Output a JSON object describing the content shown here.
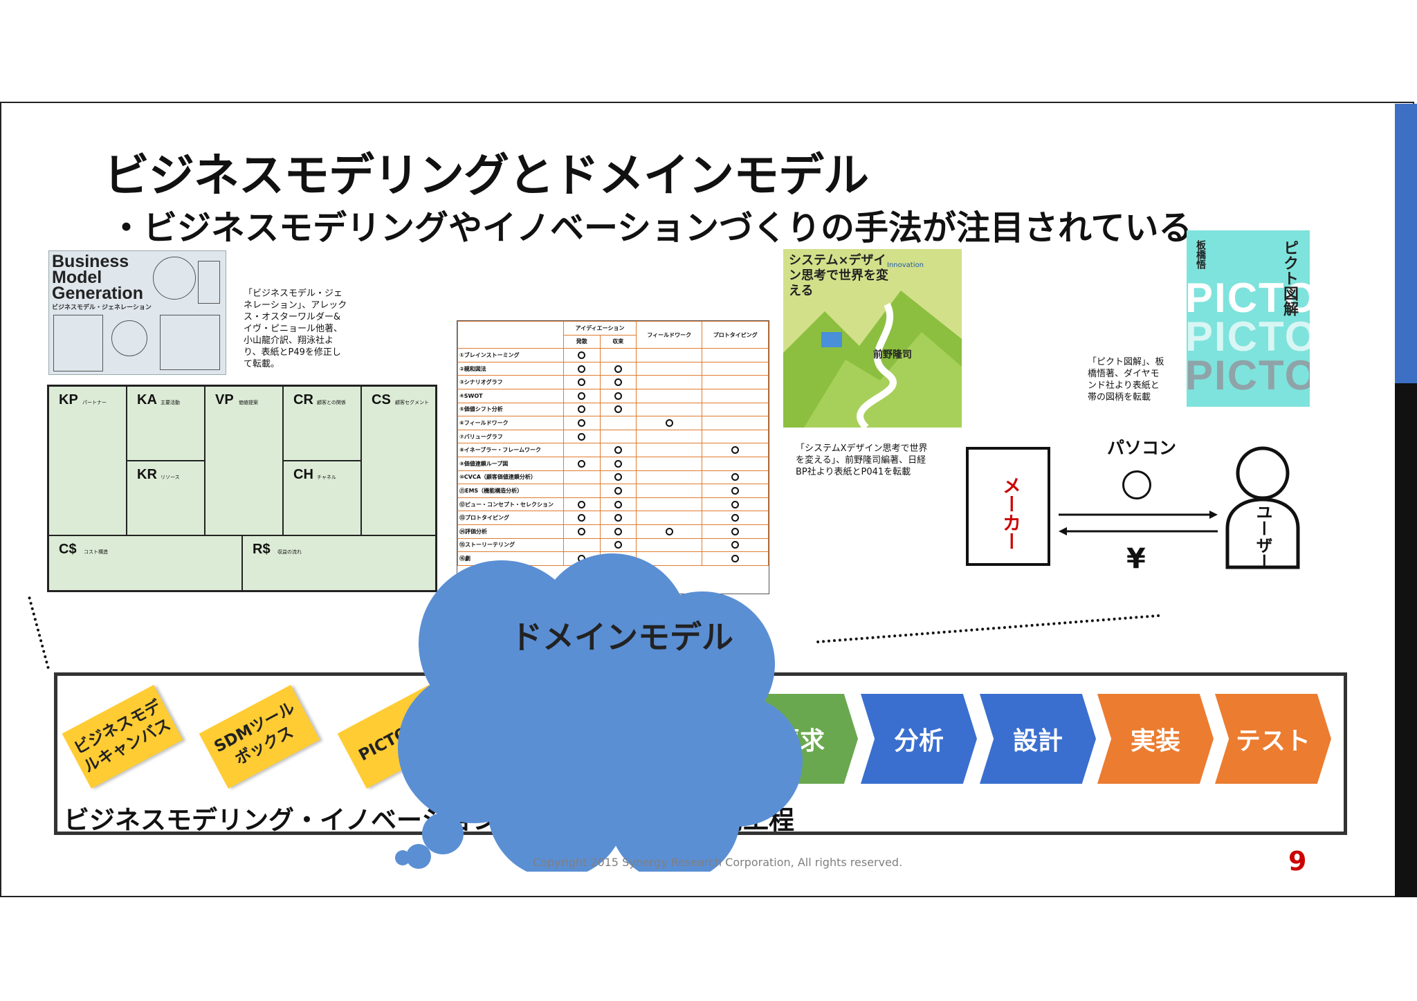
{
  "slide": {
    "title": "ビジネスモデリングとドメインモデル",
    "bullet": "・ビジネスモデリングやイノベーションづくりの手法が注目されている。",
    "copyright": "Copyright 2015 Synergy Research Corporation, All rights reserved.",
    "page_number": "9"
  },
  "bmg_book": {
    "cover_title": "Business Model Generation",
    "cover_subtitle": "ビジネスモデル・ジェネレーション",
    "caption": "「ビジネスモデル・ジェネレーション」、アレックス・オスターワルダー&イヴ・ピニョール他著、小山龍介訳、翔泳社より、表紙とP49を修正して転載。"
  },
  "canvas": {
    "cells": [
      {
        "key": "KP",
        "desc": "パートナー"
      },
      {
        "key": "KA",
        "desc": "主要活動"
      },
      {
        "key": "VP",
        "desc": "価値提案"
      },
      {
        "key": "CR",
        "desc": "顧客との関係"
      },
      {
        "key": "CS",
        "desc": "顧客セグメント"
      },
      {
        "key": "KR",
        "desc": "リソース"
      },
      {
        "key": "CH",
        "desc": "チャネル"
      },
      {
        "key": "C$",
        "desc": "コスト構造"
      },
      {
        "key": "R$",
        "desc": "収益の流れ"
      }
    ]
  },
  "matrix": {
    "header_groups": [
      "アイディエーション",
      "フィールドワーク",
      "プロトタイピング"
    ],
    "subheaders": [
      "発散",
      "収束"
    ],
    "rows": [
      {
        "name": "①ブレインストーミング",
        "marks": [
          1,
          0,
          0,
          0
        ]
      },
      {
        "name": "②親和図法",
        "marks": [
          1,
          1,
          0,
          0
        ]
      },
      {
        "name": "③シナリオグラフ",
        "marks": [
          1,
          1,
          0,
          0
        ]
      },
      {
        "name": "④SWOT",
        "marks": [
          1,
          1,
          0,
          0
        ]
      },
      {
        "name": "⑤価値シフト分析",
        "marks": [
          1,
          1,
          0,
          0
        ]
      },
      {
        "name": "⑥フィールドワーク",
        "marks": [
          1,
          0,
          1,
          0
        ]
      },
      {
        "name": "⑦バリューグラフ",
        "marks": [
          1,
          0,
          0,
          0
        ]
      },
      {
        "name": "⑧イネーブラー・フレームワーク",
        "marks": [
          0,
          1,
          0,
          1
        ]
      },
      {
        "name": "⑨価値連鎖ループ図",
        "marks": [
          1,
          1,
          0,
          0
        ]
      },
      {
        "name": "⑩CVCA（顧客価値連鎖分析）",
        "marks": [
          0,
          1,
          0,
          1
        ]
      },
      {
        "name": "⑪EMS（機能構造分析）",
        "marks": [
          0,
          1,
          0,
          1
        ]
      },
      {
        "name": "⑫ピュー・コンセプト・セレクション",
        "marks": [
          1,
          1,
          0,
          1
        ]
      },
      {
        "name": "⑬プロトタイピング",
        "marks": [
          1,
          1,
          0,
          1
        ]
      },
      {
        "name": "⑭評価分析",
        "marks": [
          1,
          1,
          1,
          1
        ]
      },
      {
        "name": "⑮ストーリーテリング",
        "marks": [
          0,
          1,
          0,
          1
        ]
      },
      {
        "name": "⑯劇",
        "marks": [
          1,
          1,
          0,
          1
        ]
      }
    ]
  },
  "system_book": {
    "cover_title": "システム×デザイン思考で世界を変える",
    "cover_author": "前野隆司",
    "cover_badge": "Innovation",
    "caption": "「システムXデザイン思考で世界を変える」、前野隆司編著、日経BP社より表紙とP041を転載"
  },
  "picto_book": {
    "cover_title": "ピクト図解",
    "cover_author": "板橋悟",
    "cover_word": "PICTO",
    "caption": "「ピクト図解」、板橋悟著、ダイヤモンド社より表紙と帯の図柄を転載"
  },
  "picto_diagram": {
    "maker": "メーカー",
    "user": "ユーザー",
    "product": "パソコン",
    "money": "¥"
  },
  "cloud": {
    "label": "ドメインモデル",
    "fill": "#5b8fd4"
  },
  "process": {
    "stickies": [
      "ビジネスモデルキャンバス",
      "SDMツールボックス",
      "PICTO図解"
    ],
    "steps": [
      {
        "label": "要求",
        "color": "#6aa84f"
      },
      {
        "label": "分析",
        "color": "#3a6fcf"
      },
      {
        "label": "設計",
        "color": "#3a6fcf"
      },
      {
        "label": "実装",
        "color": "#ec7c30"
      },
      {
        "label": "テスト",
        "color": "#ec7c30"
      }
    ],
    "left_label": "ビジネスモデリング・イノベーション",
    "right_label": "開発工程"
  }
}
